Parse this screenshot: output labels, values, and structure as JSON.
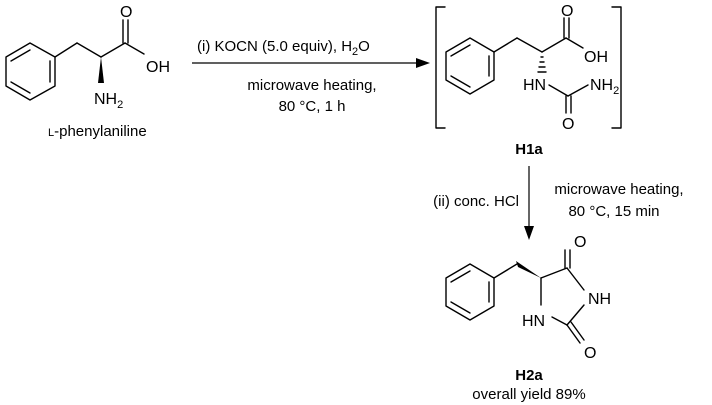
{
  "reactant": {
    "atom_OH": "OH",
    "atom_O": "O",
    "atom_N": "NH",
    "atom_sub2": "2",
    "name_prefix": "L",
    "name_rest": "-phenylaniline"
  },
  "step1": {
    "reagent_main": "(i) KOCN (5.0 equiv), H",
    "reagent_sub": "2",
    "reagent_tail": "O",
    "condition_line1": "microwave heating,",
    "condition_line2": "80 °C, 1 h"
  },
  "intermediate": {
    "atom_O_top": "O",
    "atom_OH": "OH",
    "atom_HN": "HN",
    "atom_NH2": "NH",
    "atom_sub2": "2",
    "atom_O_bottom": "O",
    "label": "H1a"
  },
  "step2": {
    "reagent": "(ii) conc. HCl",
    "condition_line1": "microwave heating,",
    "condition_line2": "80 °C, 15 min"
  },
  "product": {
    "atom_O_top": "O",
    "atom_NH": "NH",
    "atom_HN": "HN",
    "atom_O_bottom": "O",
    "label": "H2a",
    "yield_text": "overall yield 89%"
  }
}
